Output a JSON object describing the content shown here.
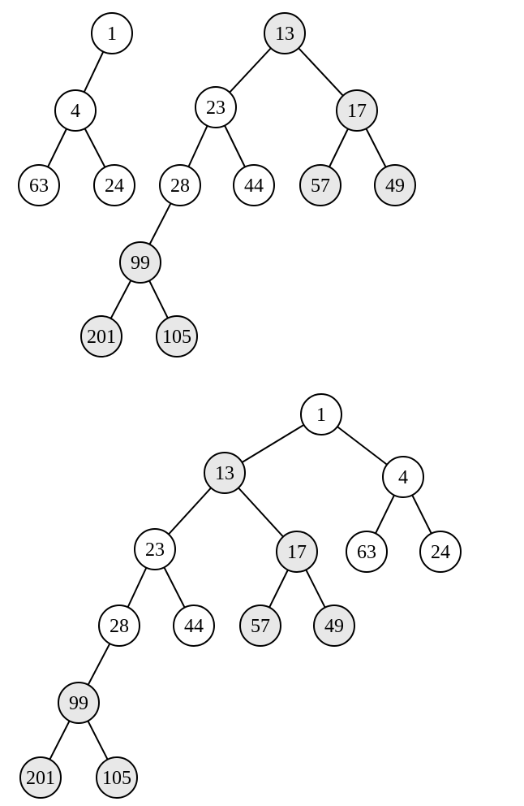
{
  "colors": {
    "plain_fill": "#ffffff",
    "highlight_fill": "#e8e8e8",
    "stroke": "#000000"
  },
  "trees": [
    {
      "id": "tree-1-root-1",
      "nodes": [
        {
          "id": "t1-n1",
          "label": "1",
          "highlight": false
        },
        {
          "id": "t1-n4",
          "label": "4",
          "highlight": false
        },
        {
          "id": "t1-n63",
          "label": "63",
          "highlight": false
        },
        {
          "id": "t1-n24",
          "label": "24",
          "highlight": false
        }
      ],
      "edges": [
        [
          "t1-n1",
          "t1-n4"
        ],
        [
          "t1-n4",
          "t1-n63"
        ],
        [
          "t1-n4",
          "t1-n24"
        ]
      ]
    },
    {
      "id": "tree-2-root-13",
      "nodes": [
        {
          "id": "t2-n13",
          "label": "13",
          "highlight": true
        },
        {
          "id": "t2-n23",
          "label": "23",
          "highlight": false
        },
        {
          "id": "t2-n17",
          "label": "17",
          "highlight": true
        },
        {
          "id": "t2-n28",
          "label": "28",
          "highlight": false
        },
        {
          "id": "t2-n44",
          "label": "44",
          "highlight": false
        },
        {
          "id": "t2-n57",
          "label": "57",
          "highlight": true
        },
        {
          "id": "t2-n49",
          "label": "49",
          "highlight": true
        },
        {
          "id": "t2-n99",
          "label": "99",
          "highlight": true
        },
        {
          "id": "t2-n201",
          "label": "201",
          "highlight": true
        },
        {
          "id": "t2-n105",
          "label": "105",
          "highlight": true
        }
      ],
      "edges": [
        [
          "t2-n13",
          "t2-n23"
        ],
        [
          "t2-n13",
          "t2-n17"
        ],
        [
          "t2-n23",
          "t2-n28"
        ],
        [
          "t2-n23",
          "t2-n44"
        ],
        [
          "t2-n17",
          "t2-n57"
        ],
        [
          "t2-n17",
          "t2-n49"
        ],
        [
          "t2-n28",
          "t2-n99"
        ],
        [
          "t2-n99",
          "t2-n201"
        ],
        [
          "t2-n99",
          "t2-n105"
        ]
      ]
    },
    {
      "id": "tree-3-merged-root-1",
      "nodes": [
        {
          "id": "t3-n1",
          "label": "1",
          "highlight": false
        },
        {
          "id": "t3-n13",
          "label": "13",
          "highlight": true
        },
        {
          "id": "t3-n4",
          "label": "4",
          "highlight": false
        },
        {
          "id": "t3-n23",
          "label": "23",
          "highlight": false
        },
        {
          "id": "t3-n17",
          "label": "17",
          "highlight": true
        },
        {
          "id": "t3-n63",
          "label": "63",
          "highlight": false
        },
        {
          "id": "t3-n24",
          "label": "24",
          "highlight": false
        },
        {
          "id": "t3-n28",
          "label": "28",
          "highlight": false
        },
        {
          "id": "t3-n44",
          "label": "44",
          "highlight": false
        },
        {
          "id": "t3-n57",
          "label": "57",
          "highlight": true
        },
        {
          "id": "t3-n49",
          "label": "49",
          "highlight": true
        },
        {
          "id": "t3-n99",
          "label": "99",
          "highlight": true
        },
        {
          "id": "t3-n201",
          "label": "201",
          "highlight": true
        },
        {
          "id": "t3-n105",
          "label": "105",
          "highlight": true
        }
      ],
      "edges": [
        [
          "t3-n1",
          "t3-n13"
        ],
        [
          "t3-n1",
          "t3-n4"
        ],
        [
          "t3-n13",
          "t3-n23"
        ],
        [
          "t3-n13",
          "t3-n17"
        ],
        [
          "t3-n4",
          "t3-n63"
        ],
        [
          "t3-n4",
          "t3-n24"
        ],
        [
          "t3-n23",
          "t3-n28"
        ],
        [
          "t3-n23",
          "t3-n44"
        ],
        [
          "t3-n17",
          "t3-n57"
        ],
        [
          "t3-n17",
          "t3-n49"
        ],
        [
          "t3-n28",
          "t3-n99"
        ],
        [
          "t3-n99",
          "t3-n201"
        ],
        [
          "t3-n99",
          "t3-n105"
        ]
      ]
    }
  ]
}
